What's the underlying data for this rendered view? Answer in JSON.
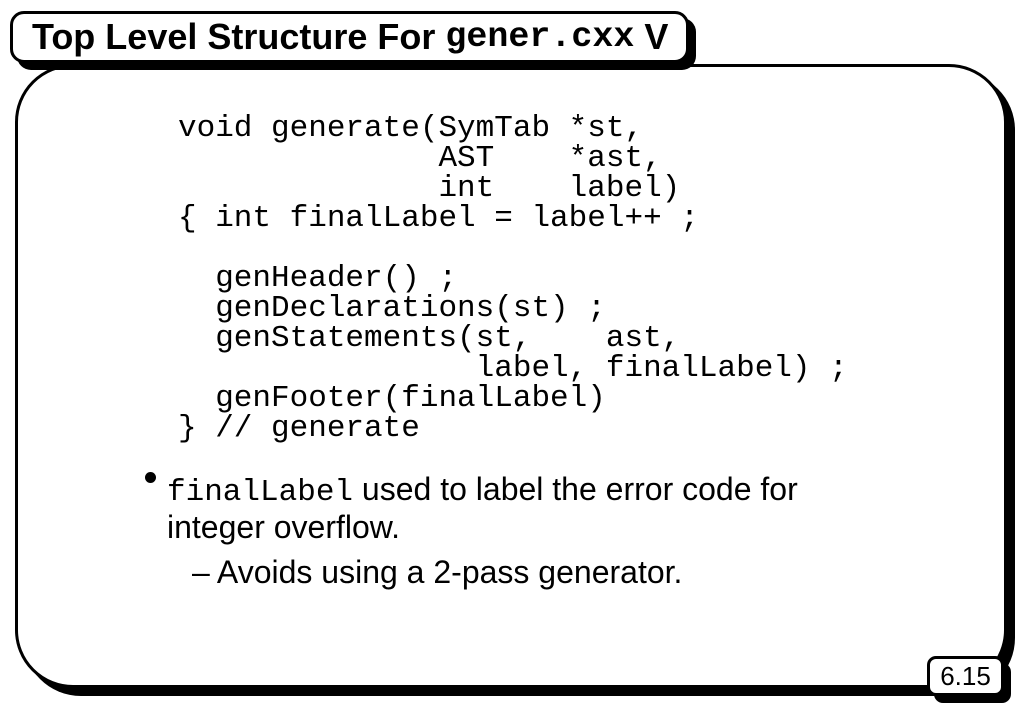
{
  "slide": {
    "title": {
      "prefix": "Top Level Structure For ",
      "code_word": "gener.cxx",
      "suffix": " V"
    },
    "code": "void generate(SymTab *st,\n              AST    *ast,\n              int    label)\n{ int finalLabel = label++ ;\n\n  genHeader() ;\n  genDeclarations(st) ;\n  genStatements(st,    ast,\n                label, finalLabel) ;\n  genFooter(finalLabel)\n} // generate",
    "bullet": {
      "mono": "finalLabel",
      "text": " used to label the error code for integer overflow."
    },
    "sub_bullet": "– Avoids using a 2-pass generator.",
    "page_number": "6.15",
    "colors": {
      "ink": "#000000",
      "paper": "#ffffff"
    }
  }
}
